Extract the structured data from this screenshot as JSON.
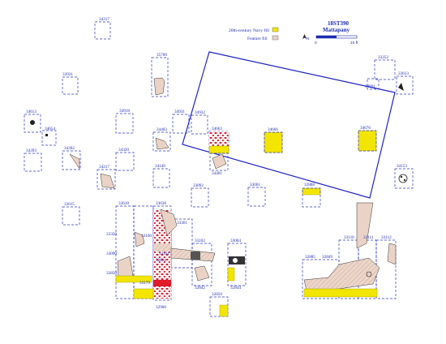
{
  "title": {
    "site": "18ST390",
    "name": "Mattapany"
  },
  "legend": {
    "navy_fill": "20th-century Navy fill",
    "feature_fill": "Feature fill",
    "navy_color": "#f2e600",
    "feature_color": "#ead3c6"
  },
  "north_arrow": "N",
  "scale": {
    "start": "0",
    "end": "10 ft"
  },
  "units": [
    {
      "id": "unit-1",
      "label": "34217"
    },
    {
      "id": "unit-2",
      "label": "35700"
    },
    {
      "id": "unit-3",
      "label": "33931"
    },
    {
      "id": "unit-4",
      "label": "34613"
    },
    {
      "id": "unit-5",
      "label": "34654"
    },
    {
      "id": "unit-6",
      "label": "34918"
    },
    {
      "id": "unit-7",
      "label": "34931"
    },
    {
      "id": "unit-8",
      "label": "34932"
    },
    {
      "id": "unit-9",
      "label": "34403"
    },
    {
      "id": "unit-10",
      "label": "34663"
    },
    {
      "id": "unit-11",
      "label": "34666"
    },
    {
      "id": "unit-12",
      "label": "34676"
    },
    {
      "id": "unit-13",
      "label": "33252"
    },
    {
      "id": "unit-14",
      "label": "33613"
    },
    {
      "id": "unit-15",
      "label": "34991"
    },
    {
      "id": "unit-16",
      "label": "34393"
    },
    {
      "id": "unit-17",
      "label": "34392"
    },
    {
      "id": "unit-18",
      "label": "34320"
    },
    {
      "id": "unit-19",
      "label": "34140"
    },
    {
      "id": "unit-20",
      "label": "34401"
    },
    {
      "id": "unit-21",
      "label": "34217"
    },
    {
      "id": "unit-22",
      "label": "34153"
    },
    {
      "id": "unit-23",
      "label": "33092"
    },
    {
      "id": "unit-24",
      "label": "33061"
    },
    {
      "id": "unit-25",
      "label": "32888"
    },
    {
      "id": "unit-26",
      "label": "33615"
    },
    {
      "id": "unit-27",
      "label": "33618"
    },
    {
      "id": "unit-28",
      "label": "33638"
    },
    {
      "id": "unit-29",
      "label": "33361"
    },
    {
      "id": "unit-30",
      "label": "33102"
    },
    {
      "id": "unit-31",
      "label": "33004"
    },
    {
      "id": "unit-32",
      "label": "33350"
    },
    {
      "id": "unit-33",
      "label": "33110"
    },
    {
      "id": "unit-34",
      "label": "33111"
    },
    {
      "id": "unit-35",
      "label": "33112"
    },
    {
      "id": "unit-36",
      "label": "32885"
    },
    {
      "id": "unit-37",
      "label": "32849"
    },
    {
      "id": "unit-38",
      "label": "33160"
    },
    {
      "id": "unit-39",
      "label": "33090"
    },
    {
      "id": "unit-40",
      "label": "32850"
    },
    {
      "id": "unit-41",
      "label": "32861"
    },
    {
      "id": "unit-42",
      "label": "33101"
    },
    {
      "id": "unit-43",
      "label": "33179"
    },
    {
      "id": "unit-44",
      "label": "32900"
    },
    {
      "id": "unit-45",
      "label": "32842"
    },
    {
      "id": "unit-46",
      "label": "32844"
    },
    {
      "id": "unit-47",
      "label": "32850"
    }
  ]
}
